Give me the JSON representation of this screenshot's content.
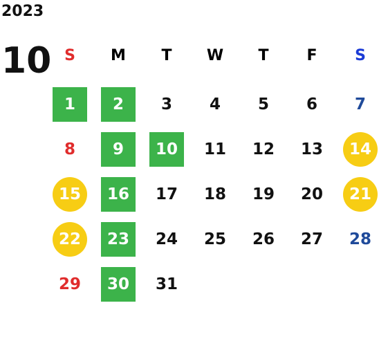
{
  "calendar": {
    "year": "2023",
    "month": "10",
    "weekdays": [
      "S",
      "M",
      "T",
      "W",
      "T",
      "F",
      "S"
    ],
    "colors": {
      "sunday": "#e02c2c",
      "saturday": "#1f4a9a",
      "green_highlight": "#3cb34a",
      "yellow_highlight": "#f7cd14"
    },
    "weeks": [
      [
        {
          "day": "1",
          "style": "green"
        },
        {
          "day": "2",
          "style": "green"
        },
        {
          "day": "3",
          "style": ""
        },
        {
          "day": "4",
          "style": ""
        },
        {
          "day": "5",
          "style": ""
        },
        {
          "day": "6",
          "style": ""
        },
        {
          "day": "7",
          "style": "sat"
        }
      ],
      [
        {
          "day": "8",
          "style": "sun"
        },
        {
          "day": "9",
          "style": "green"
        },
        {
          "day": "10",
          "style": "green"
        },
        {
          "day": "11",
          "style": ""
        },
        {
          "day": "12",
          "style": ""
        },
        {
          "day": "13",
          "style": ""
        },
        {
          "day": "14",
          "style": "yellow"
        }
      ],
      [
        {
          "day": "15",
          "style": "yellow"
        },
        {
          "day": "16",
          "style": "green"
        },
        {
          "day": "17",
          "style": ""
        },
        {
          "day": "18",
          "style": ""
        },
        {
          "day": "19",
          "style": ""
        },
        {
          "day": "20",
          "style": ""
        },
        {
          "day": "21",
          "style": "yellow"
        }
      ],
      [
        {
          "day": "22",
          "style": "yellow"
        },
        {
          "day": "23",
          "style": "green"
        },
        {
          "day": "24",
          "style": ""
        },
        {
          "day": "25",
          "style": ""
        },
        {
          "day": "26",
          "style": ""
        },
        {
          "day": "27",
          "style": ""
        },
        {
          "day": "28",
          "style": "sat"
        }
      ],
      [
        {
          "day": "29",
          "style": "sun"
        },
        {
          "day": "30",
          "style": "green"
        },
        {
          "day": "31",
          "style": ""
        }
      ]
    ]
  }
}
